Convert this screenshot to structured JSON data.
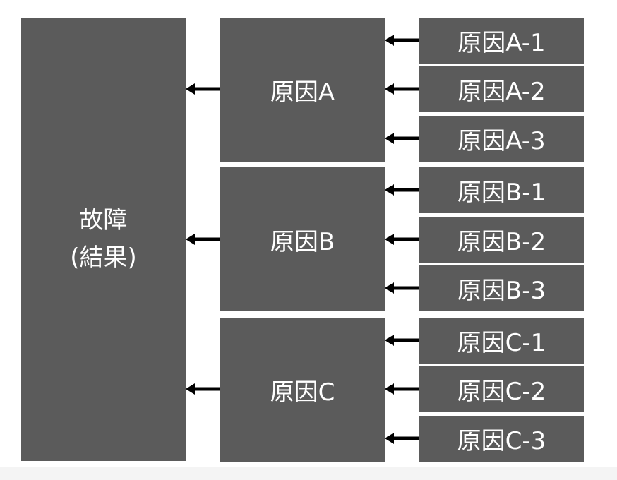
{
  "effect": {
    "line1": "故障",
    "line2": "(結果)"
  },
  "causes": [
    {
      "label": "原因A",
      "subs": [
        "原因A-1",
        "原因A-2",
        "原因A-3"
      ]
    },
    {
      "label": "原因B",
      "subs": [
        "原因B-1",
        "原因B-2",
        "原因B-3"
      ]
    },
    {
      "label": "原因C",
      "subs": [
        "原因C-1",
        "原因C-2",
        "原因C-3"
      ]
    }
  ],
  "colors": {
    "box": "#5b5b5b",
    "text": "#ffffff",
    "arrow": "#000000"
  }
}
